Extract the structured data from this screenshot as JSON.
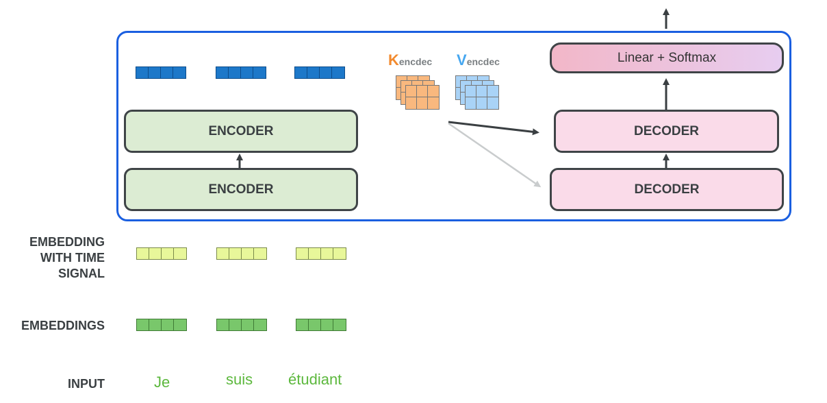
{
  "encoders": [
    {
      "label": "ENCODER"
    },
    {
      "label": "ENCODER"
    }
  ],
  "decoders": [
    {
      "label": "DECODER"
    },
    {
      "label": "DECODER"
    }
  ],
  "output_layer": {
    "label": "Linear + Softmax"
  },
  "kv": {
    "k_letter": "K",
    "k_sub": "encdec",
    "v_letter": "V",
    "v_sub": "encdec"
  },
  "rows": {
    "embedding_time": [
      "EMBEDDING",
      "WITH TIME",
      "SIGNAL"
    ],
    "embeddings": "EMBEDDINGS",
    "input": "INPUT"
  },
  "words": [
    "Je",
    "suis",
    "étudiant"
  ],
  "colors": {
    "frame": "#1a5fe0",
    "encoder_fill": "#dcecd3",
    "decoder_fill": "#fadbe9",
    "encoder_output_vector": "#1d78c9",
    "time_signal_vector": "#e8f79a",
    "embedding_vector": "#79c76b",
    "word_text": "#5cb83d",
    "k_color": "#f28a2e",
    "v_color": "#46a7f0"
  }
}
